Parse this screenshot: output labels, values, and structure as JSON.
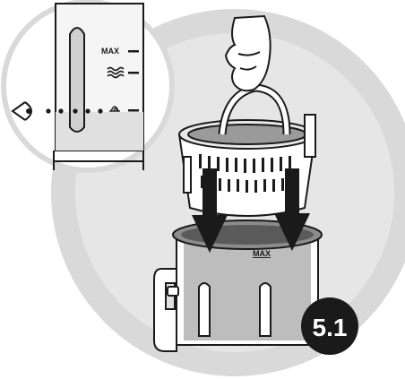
{
  "figure": {
    "step_badge": "5.1",
    "inset_max_label": "MAX",
    "jug_max_label": "MAX",
    "colors": {
      "background_disc": "#d9d9d9",
      "outline": "#1a1a1a",
      "badge_fill": "#1a1a1a",
      "arrow_fill": "#1a1a1a"
    },
    "icons": [
      "eye-icon",
      "water-level-icon",
      "steam-level-icon",
      "hand-icon",
      "down-arrow-icon"
    ]
  }
}
